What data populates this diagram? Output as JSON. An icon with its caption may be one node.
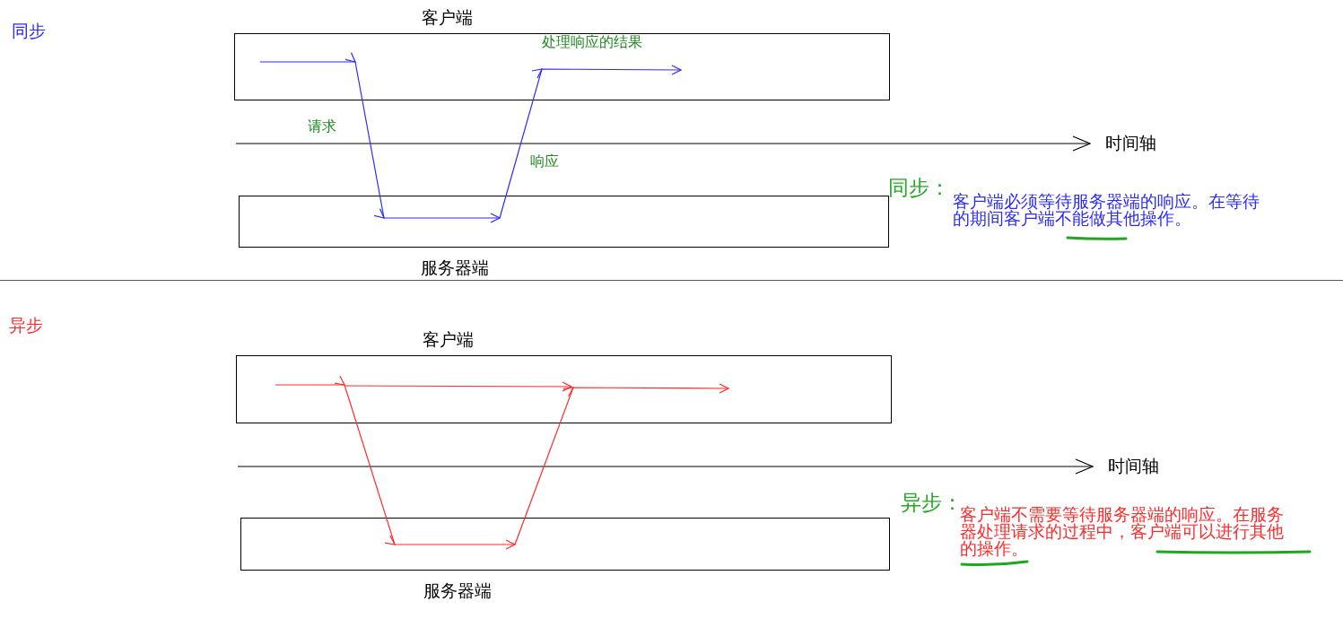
{
  "diagram": {
    "nodes": [
      {
        "text": [
          "客户端",
          "处理响应的结果"
        ]
      },
      {
        "text": [
          "服务器端"
        ]
      },
      {
        "text": [
          "客户端"
        ]
      },
      {
        "text": [
          "服务器端"
        ]
      }
    ],
    "edges": [
      {
        "from": 0,
        "to": 1,
        "arrow": "to",
        "label": "请求",
        "color": "#2b2bff"
      },
      {
        "from": 1,
        "to": 0,
        "arrow": "to",
        "label": "响应",
        "color": "#2b2bff"
      },
      {
        "from": 2,
        "to": 3,
        "arrow": "to",
        "color": "#ff2a2a"
      },
      {
        "from": 3,
        "to": 2,
        "arrow": "to",
        "color": "#ff2a2a"
      }
    ],
    "labels": [
      "同步",
      "时间轴",
      "同步：",
      "客户端必须等待服务器端的响应。在等待的期间客户端不能做其他操作。",
      "异步",
      "时间轴",
      "异步：",
      "客户端不需要等待服务器端的响应。在服务器处理请求的过程中，客户端可以进行其他的操作。"
    ]
  }
}
